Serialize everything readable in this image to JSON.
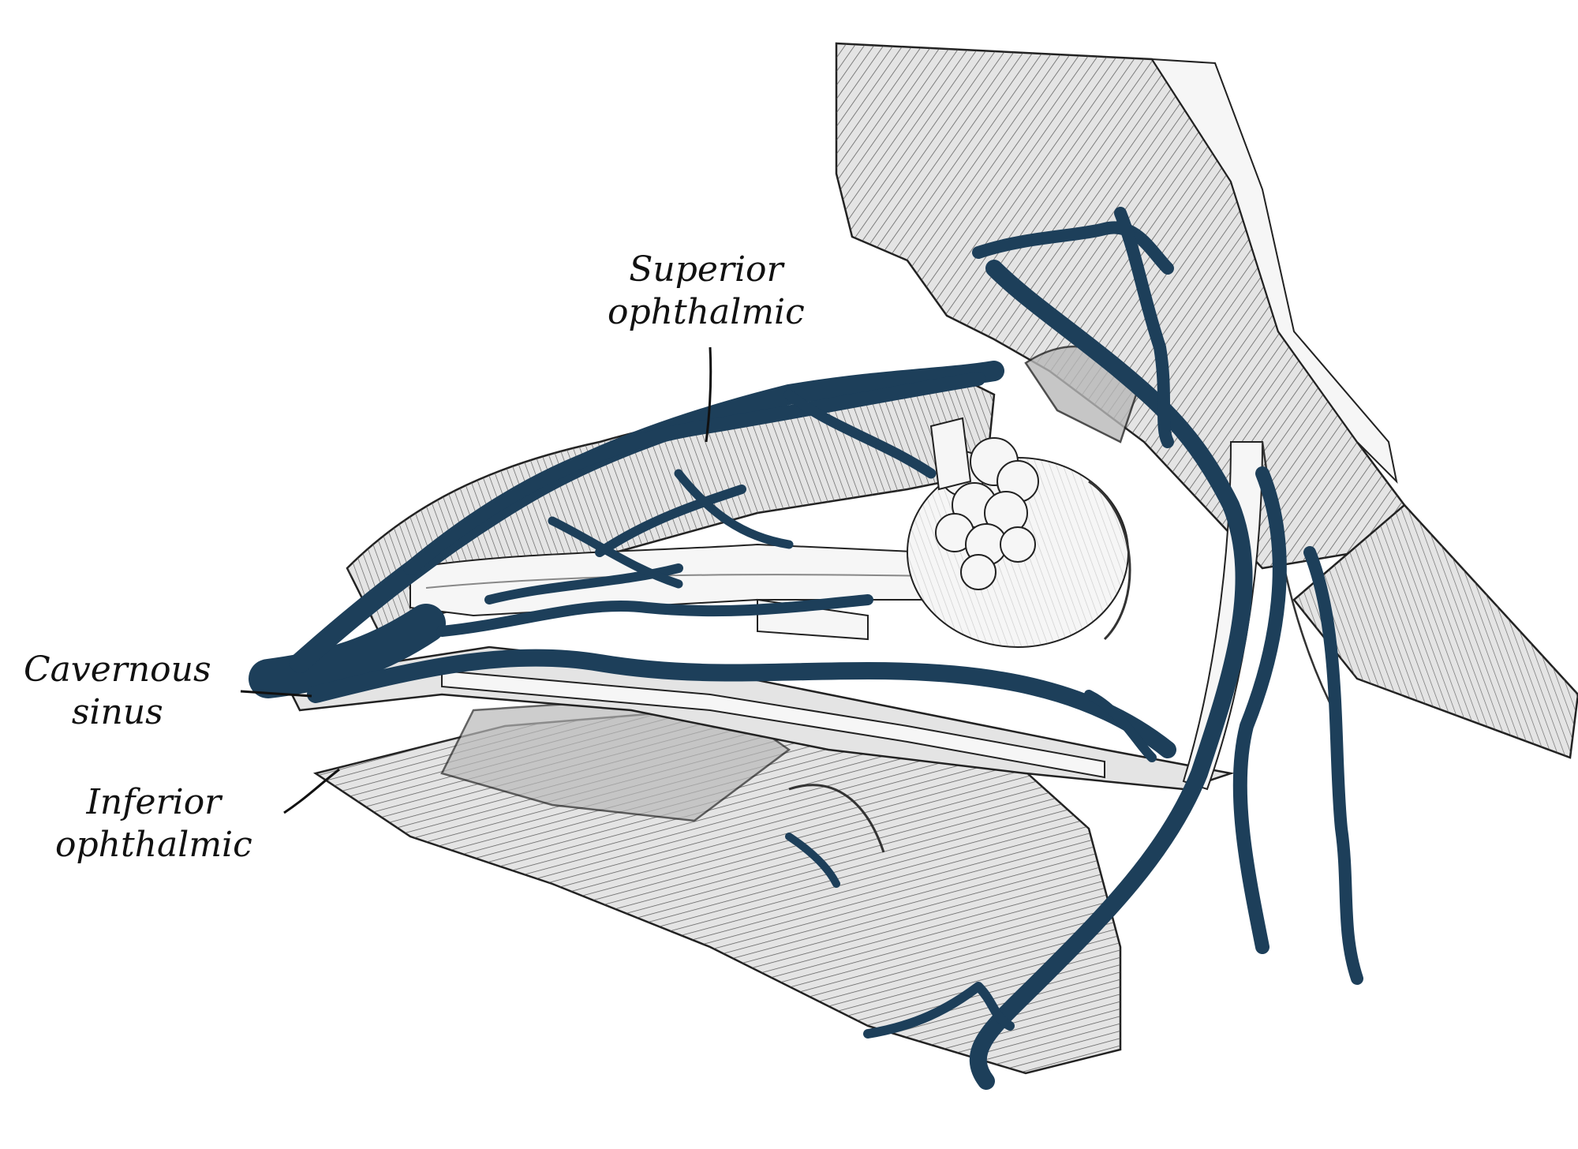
{
  "colors": {
    "vein": "#4f9ed6",
    "vein_dark": "#1d3f5a",
    "ink": "#111111",
    "tissue_light": "#e4e4e4",
    "tissue_mid": "#b8b8b8",
    "background": "#ffffff"
  },
  "labels": {
    "superior_ophthalmic": {
      "line1": "Superior",
      "line2": "ophthalmic"
    },
    "cavernous_sinus": {
      "line1": "Cavernous",
      "line2": "sinus"
    },
    "inferior_ophthalmic": {
      "line1": "Inferior",
      "line2": "ophthalmic"
    }
  }
}
